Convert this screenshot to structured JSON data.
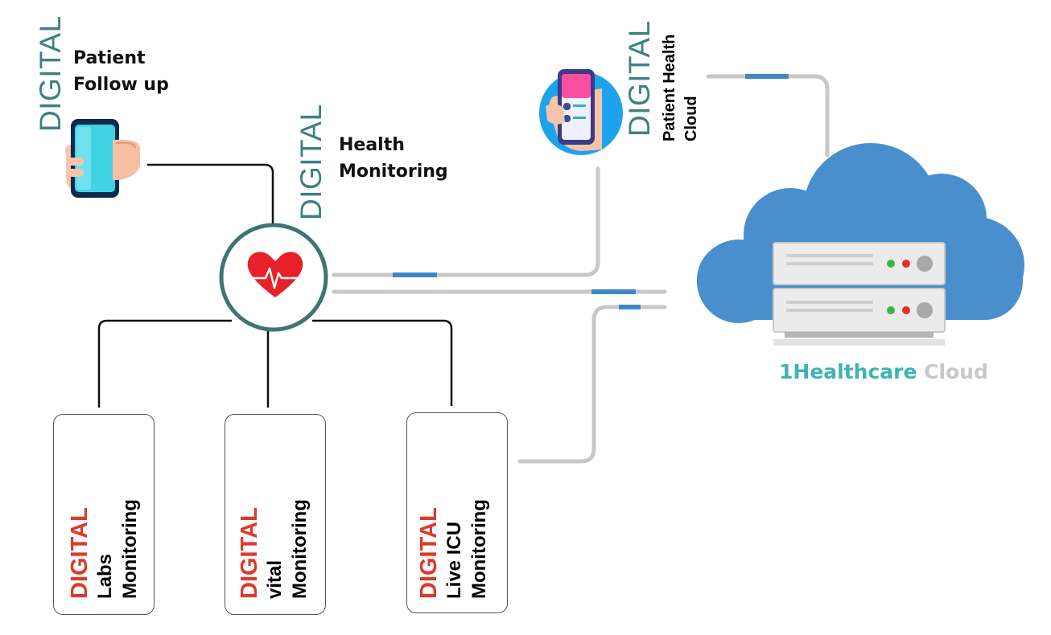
{
  "nodes": {
    "patient_follow_up": {
      "tag": "DIGITAL",
      "title_line1": "Patient",
      "title_line2": "Follow up"
    },
    "health_monitoring": {
      "tag": "DIGITAL",
      "title_line1": "Health",
      "title_line2": "Monitoring"
    },
    "patient_health_cloud": {
      "tag": "DIGITAL",
      "title_line1": "Patient Health",
      "title_line2": "Cloud"
    },
    "labs_monitoring": {
      "tag": "DIGITAL",
      "line1": "Labs",
      "line2": "Monitoring"
    },
    "vital_monitoring": {
      "tag": "DIGITAL",
      "line1": "vital",
      "line2": "Monitoring"
    },
    "icu_monitoring": {
      "tag": "DIGITAL",
      "line1": "Live ICU",
      "line2": "Monitoring"
    }
  },
  "cloud": {
    "brand": "1Healthcare",
    "suffix": " Cloud"
  },
  "icons": [
    "phone-in-hand-icon",
    "heart-pulse-icon",
    "mobile-app-icon",
    "cloud-server-icon",
    "line-chart-icon",
    "heart-ecg-icon",
    "ecg-monitor-icon"
  ],
  "colors": {
    "teal_tag": "#3c8184",
    "red_tag": "#dd3a2c",
    "cloud_blue": "#4a8fcd",
    "connector_gray": "#c8c8c8",
    "connector_accent": "#3f88c5",
    "hub_ring": "#3e7472",
    "heart_red": "#e8202a",
    "brand_teal": "#3fb3b3"
  }
}
